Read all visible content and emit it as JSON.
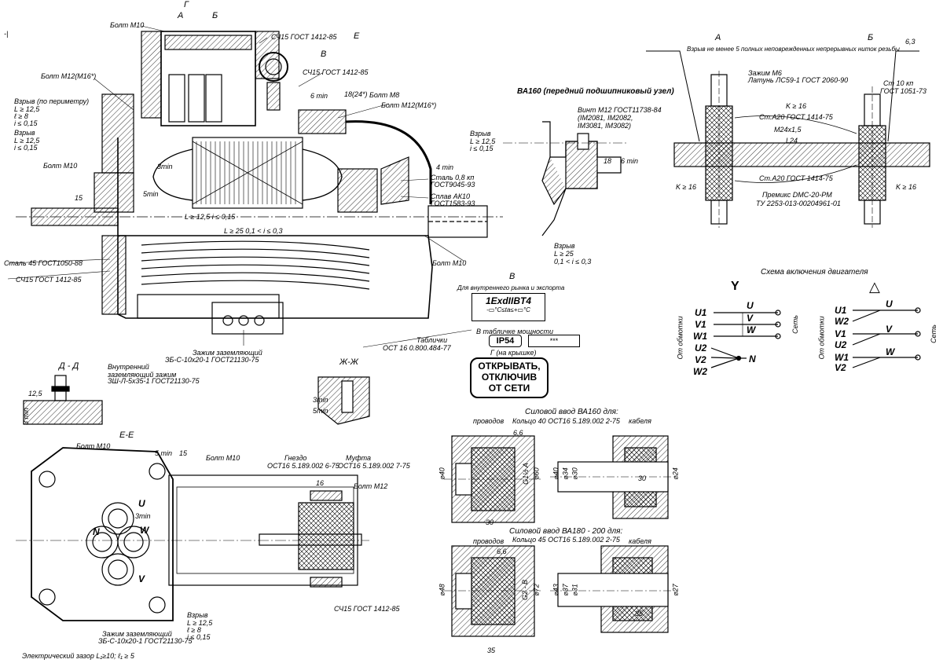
{
  "sheet": {
    "corner_mark": "-|",
    "section_marks": {
      "A": "А",
      "B": "Б",
      "G": "Г",
      "E": "Е",
      "V": "В",
      "DD": "Д - Д",
      "ZhZh": "Ж-Ж",
      "EE": "Е-Е"
    },
    "main_view_labels": [
      {
        "key": "bolt_m10_top",
        "text": "Болт М10"
      },
      {
        "key": "sch15_top",
        "text": "СЧ15 ГОСТ 1412-85"
      },
      {
        "key": "sch15_mid",
        "text": "СЧ15 ГОСТ 1412-85"
      },
      {
        "key": "bolt_m12",
        "text": "Болт М12(М16*)"
      },
      {
        "key": "gap_perimeter",
        "text": "Взрыв (по периметру)"
      },
      {
        "key": "gap_l125_a",
        "text": "L ≥ 12,5"
      },
      {
        "key": "gap_e8_a",
        "text": "ℓ ≥ 8"
      },
      {
        "key": "gap_i015_a",
        "text": "i ≤ 0,15"
      },
      {
        "key": "gap_vzryv",
        "text": "Взрыв"
      },
      {
        "key": "gap_l125_b",
        "text": "L ≥ 12,5"
      },
      {
        "key": "gap_i015_b",
        "text": "i ≤ 0,15"
      },
      {
        "key": "bolt_m10_left",
        "text": "Болт М10"
      },
      {
        "key": "bolt_m8",
        "text": "Болт М8"
      },
      {
        "key": "bolt_m12_right",
        "text": "Болт М12(М16*)"
      },
      {
        "key": "dim_18_24",
        "text": "18(24*)"
      },
      {
        "key": "vzryv_right",
        "text": "Взрыв"
      },
      {
        "key": "l125_right",
        "text": "L ≥ 12,5"
      },
      {
        "key": "i015_right",
        "text": "i ≤ 0,15"
      },
      {
        "key": "steel_08",
        "text": "Сталь 0,8 кп"
      },
      {
        "key": "gost9045",
        "text": "ГОСТ9045-93"
      },
      {
        "key": "splav_ak10",
        "text": "Сплав АК10"
      },
      {
        "key": "gost1583",
        "text": "ГОСТ1583-93"
      },
      {
        "key": "dim_4min",
        "text": "4 min"
      },
      {
        "key": "l125_i015",
        "text": "L ≥ 12,5  i ≤ 0,15"
      },
      {
        "key": "l25_range",
        "text": "L ≥ 25  0,1 < i ≤ 0,3"
      },
      {
        "key": "steel45",
        "text": "Сталь 45 ГОСТ1050-88"
      },
      {
        "key": "sch15_left",
        "text": "СЧ15 ГОСТ 1412-85"
      },
      {
        "key": "bolt_m10_bottom",
        "text": "Болт М10"
      },
      {
        "key": "ground_clamp",
        "text": "Зажим заземляющий"
      },
      {
        "key": "ground_clamp_spec",
        "text": "ЗБ-С-10х20-1 ГОСТ21130-75"
      },
      {
        "key": "dim_3min",
        "text": "3min"
      },
      {
        "key": "dim_6min",
        "text": "6 min"
      },
      {
        "key": "dim_5min",
        "text": "5min"
      },
      {
        "key": "dim_15",
        "text": "15"
      }
    ],
    "bearing_unit": {
      "title": "ВА160 (передний подшипниковый узел)",
      "screw": "Винт М12 ГОСТ11738-84",
      "variants": "(IM2081, IM2082,",
      "variants2": "IM3081, IM3082)",
      "dim_18": "18",
      "dim_6min": "6 min",
      "vzryv": "Взрыв",
      "l25": "L ≥ 25",
      "range": "0,1 < i ≤ 0,3"
    },
    "detail_ab": {
      "title_a": "А",
      "title_b": "Б",
      "thread_note": "Взрыв не менее 5 полных неповрежденных непрерывных ниток резьбы",
      "clamp": "Зажим М6",
      "brass": "Латунь ЛС59-1 ГОСТ 2060-90",
      "st10": "Ст 10 кп",
      "gost1051": "ГОСТ 1051-73",
      "k16_a": "K ≥ 16",
      "st_a20_a": "Ст.А20  ГОСТ 1414-75",
      "m24": "М24х1,5",
      "l24": "L24",
      "st_a20_b": "Ст.А20  ГОСТ 1414-75",
      "k16_left": "K ≥ 16",
      "k16_right": "K ≥ 16",
      "premix": "Премикс DMC-20-PM",
      "tu": "ТУ 2253-013-00204961-01",
      "rough": "6,3"
    },
    "wiring": {
      "title": "Схема включения двигателя",
      "star_symbol": "Y",
      "delta_symbol": "△",
      "star_terminals": [
        "U1",
        "V1",
        "W1",
        "U2",
        "V2",
        "W2"
      ],
      "star_outputs": [
        "U",
        "V",
        "W",
        "N"
      ],
      "delta_terminals": [
        "U1",
        "W2",
        "V1",
        "U2",
        "W1",
        "V2"
      ],
      "delta_outputs": [
        "U",
        "V",
        "W"
      ],
      "from_winding": "От обмотки",
      "network": "Сеть"
    },
    "plate_block": {
      "mark": "В",
      "domestic": "Для внутреннего рынка и экспорта",
      "ex_mark": "1ExdIIBT4",
      "temp_range": "-▭°C≤ta≤+▭°C",
      "plates": "Таблички",
      "ost": "ОСТ 16  0.800.484-77",
      "in_plate": "В табличке мощности",
      "ip": "IP54",
      "ip_extra": "***",
      "g_note": "Г (на крышке)",
      "warning": [
        "ОТКРЫВАТЬ,",
        "ОТКЛЮЧИВ",
        "ОТ СЕТИ"
      ]
    },
    "dd_view": {
      "internal": "Внутренний",
      "internal2": "заземляющий зажим",
      "spec": "ЗШ-Л-5х35-1 ГОСТ21130-75",
      "dim_125": "12,5",
      "dim_3min": "3 min"
    },
    "zhzh_view": {
      "dim_3min": "3min",
      "dim_5min": "5min"
    },
    "ee_view": {
      "bolt_m10": "Болт М10",
      "bolt_m10_b": "Болт М10",
      "dim_5min": "5 min",
      "dim_15": "15",
      "socket": "Гнездо",
      "socket_spec": "ОСТ16  5.189.002 6-75",
      "coupling": "Муфта",
      "coupling_spec": "ОСТ16  5.189.002 7-75",
      "dim_16": "16",
      "bolt_m12": "Болт М12",
      "sch15": "СЧ15 ГОСТ 1412-85",
      "vzryv": "Взрыв",
      "l125": "L ≥ 12,5",
      "e8": "ℓ ≥ 8",
      "i015": "i ≤ 0,15",
      "ground": "Зажим заземляющий",
      "ground_spec": "ЗБ-С-10х20-1 ГОСТ21130-75",
      "gap_note": "Электрический зазор L₁≥10; ℓ₁ ≥ 5",
      "dim_3min": "3min",
      "terminals": [
        "U",
        "V",
        "N",
        "W"
      ]
    },
    "power_input_160": {
      "title": "Силовой ввод ВА160 для:",
      "ring": "Кольцо 40  ОСТ16  5.189.002 2-75",
      "wires": "проводов",
      "cables": "кабеля",
      "dims": [
        "⌀40",
        "G1½ A",
        "⌀60",
        "30",
        "⌀40",
        "⌀34",
        "⌀30",
        "30",
        "⌀24"
      ],
      "rough": "6,6"
    },
    "power_input_180": {
      "title": "Силовой ввод ВА180 - 200 для:",
      "ring": "Кольцо 45  ОСТ16  5.189.002 2-75",
      "wires": "проводов",
      "cables": "кабеля",
      "dims": [
        "⌀48",
        "G2 - B",
        "⌀72",
        "35",
        "⌀43",
        "⌀37",
        "⌀31",
        "35",
        "⌀27"
      ],
      "rough": "6,6"
    }
  }
}
